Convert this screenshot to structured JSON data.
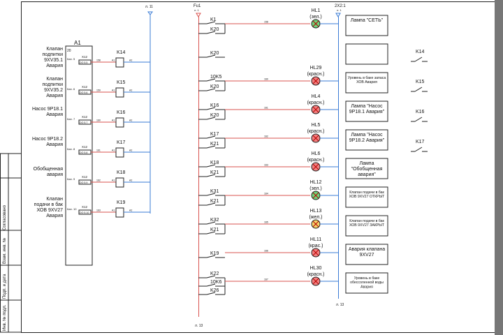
{
  "titles": {
    "fu": "Fu1",
    "fu_sub": "л. 1",
    "bus2": "2Х2:1",
    "bus2_sub": "л. 1",
    "top_ref": "л. 11",
    "bottom_left_ref": "л. 13",
    "bottom_right_ref": "л. 13"
  },
  "module": {
    "name": "A1",
    "pin": "20",
    "channels": [
      {
        "label": "Клапан подпитки 9ХV35.1 Авария",
        "relay": "K14",
        "x": "X12",
        "ch": "Кан. 5",
        "io": "DO 5.5",
        "wire": "158"
      },
      {
        "label": "Клапан подпитки 9ХV35.2 Авария",
        "relay": "K15",
        "x": "X12",
        "ch": "Кан. 6",
        "io": "DO 5.6",
        "wire": "159"
      },
      {
        "label": "Насос 9Р18.1 Авария",
        "relay": "K16",
        "x": "X12",
        "ch": "Кан. 7",
        "io": "DO 5.7",
        "wire": "160"
      },
      {
        "label": "Насос 9Р18.2 Авария",
        "relay": "K17",
        "x": "X12",
        "ch": "Кан. 8",
        "io": "DO 5.8",
        "wire": "161"
      },
      {
        "label": "Обобщенная авария",
        "relay": "K18",
        "x": "X12",
        "ch": "Кан. 9",
        "io": "DO 5.9",
        "wire": "162"
      },
      {
        "label": "Клапан подачи в бак ХОВ 9ХV27 Авария",
        "relay": "K19",
        "x": "X12",
        "ch": "Кан. 10",
        "io": "DO 5.10",
        "wire": "163"
      }
    ]
  },
  "rows": [
    {
      "contacts": [
        "K1",
        "K20"
      ],
      "lamp": "HL1",
      "color_name": "(зел.)",
      "color": "#6fd37a",
      "wire": "158",
      "text": "Лампа \"СЕТЬ\""
    },
    {
      "contacts": [
        "K20"
      ],
      "lamp": "",
      "color_name": "",
      "color": "",
      "wire": "",
      "text": ""
    },
    {
      "contacts": [
        "10K5",
        "K20"
      ],
      "lamp": "HL29",
      "color_name": "(красн.)",
      "color": "#f08080",
      "wire": "160",
      "text": "Уровень в баке запаса ХОВ Авария"
    },
    {
      "contacts": [
        "K16",
        "K20"
      ],
      "lamp": "HL4",
      "color_name": "(красн.)",
      "color": "#f08080",
      "wire": "161",
      "text": "Лампа \"Насос 9Р18.1 Авария\""
    },
    {
      "contacts": [
        "K17",
        "K21"
      ],
      "lamp": "HL5",
      "color_name": "(красн.)",
      "color": "#f08080",
      "wire": "162",
      "text": "Лампа \"Насос 9Р18.2 Авария\""
    },
    {
      "contacts": [
        "K18",
        "K21"
      ],
      "lamp": "HL6",
      "color_name": "(красн.)",
      "color": "#f08080",
      "wire": "163",
      "text": "Лампа \"Обобщенная авария\""
    },
    {
      "contacts": [
        "K31",
        "K21"
      ],
      "lamp": "HL12",
      "color_name": "(зел.)",
      "color": "#6fd37a",
      "wire": "164",
      "text": "Клапан подачи в бак ХОВ 9ХV27 ОТКРЫТ"
    },
    {
      "contacts": [
        "K32",
        "K21"
      ],
      "lamp": "HL13",
      "color_name": "(жел.)",
      "color": "#f3d36b",
      "wire": "165",
      "text": "Клапан подачи в бак ХОВ 9ХV27 ЗАКРЫТ"
    },
    {
      "contacts": [
        "K19"
      ],
      "lamp": "HL11",
      "color_name": "(крас.)",
      "color": "#f08080",
      "wire": "166",
      "text": "Авария клапана 9ХV27"
    },
    {
      "contacts": [
        "K22",
        "10K6",
        "K26"
      ],
      "lamp": "HL30",
      "color_name": "(красн.)",
      "color": "#f08080",
      "wire": "167",
      "text": "Уровень в баке обессоленной воды Авария"
    }
  ],
  "legend": [
    "K14",
    "K15",
    "K16",
    "K17"
  ],
  "stamp": [
    "Согласовано",
    "Взам. инв. №",
    "Подп. и дата",
    "Инв. № подл."
  ]
}
